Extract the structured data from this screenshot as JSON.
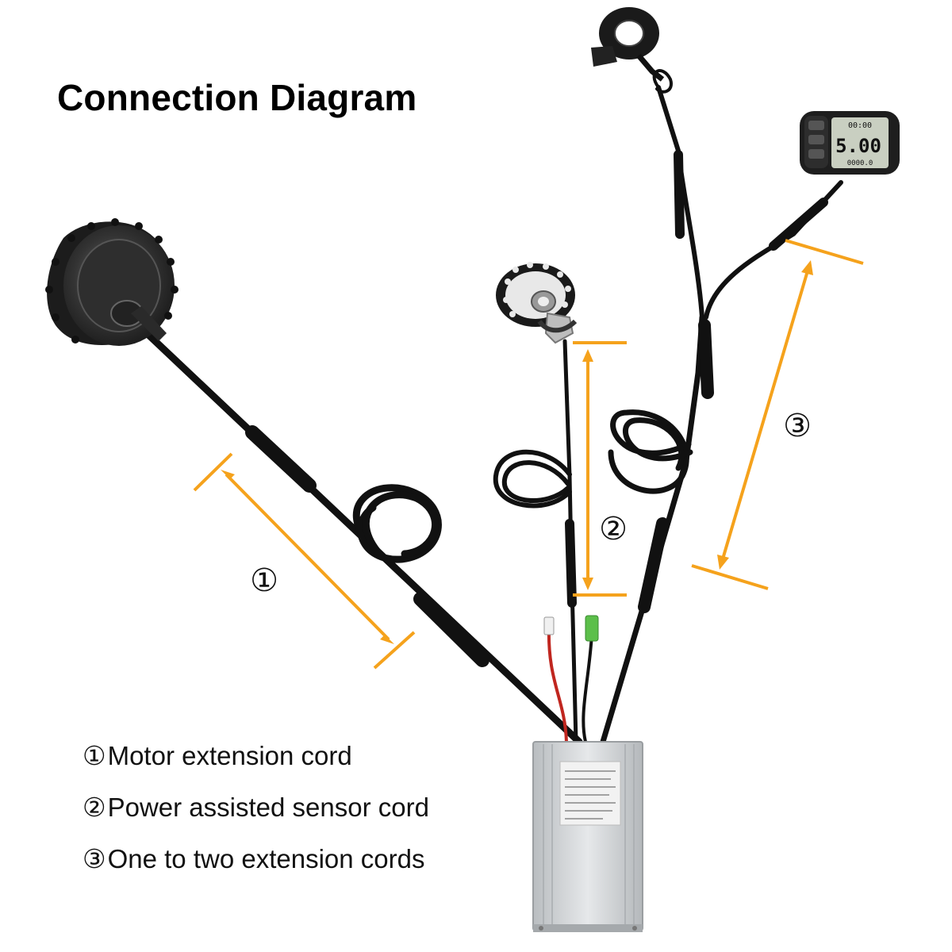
{
  "title": "Connection Diagram",
  "markers": {
    "one": "①",
    "two": "②",
    "three": "③"
  },
  "legend": [
    {
      "num": "①",
      "label": "Motor extension cord"
    },
    {
      "num": "②",
      "label": "Power assisted sensor cord"
    },
    {
      "num": "③",
      "label": "One to two extension cords"
    }
  ],
  "display": {
    "top": "00:00",
    "main": "5.00",
    "bottom": "0000.0"
  },
  "colors": {
    "dimension_line": "#f5a21c",
    "cable": "#111111",
    "red_wire": "#c0261f",
    "green_connector": "#5cbf4a",
    "controller_body": "#d5d8da",
    "lcd_screen": "#c9cfc1"
  }
}
